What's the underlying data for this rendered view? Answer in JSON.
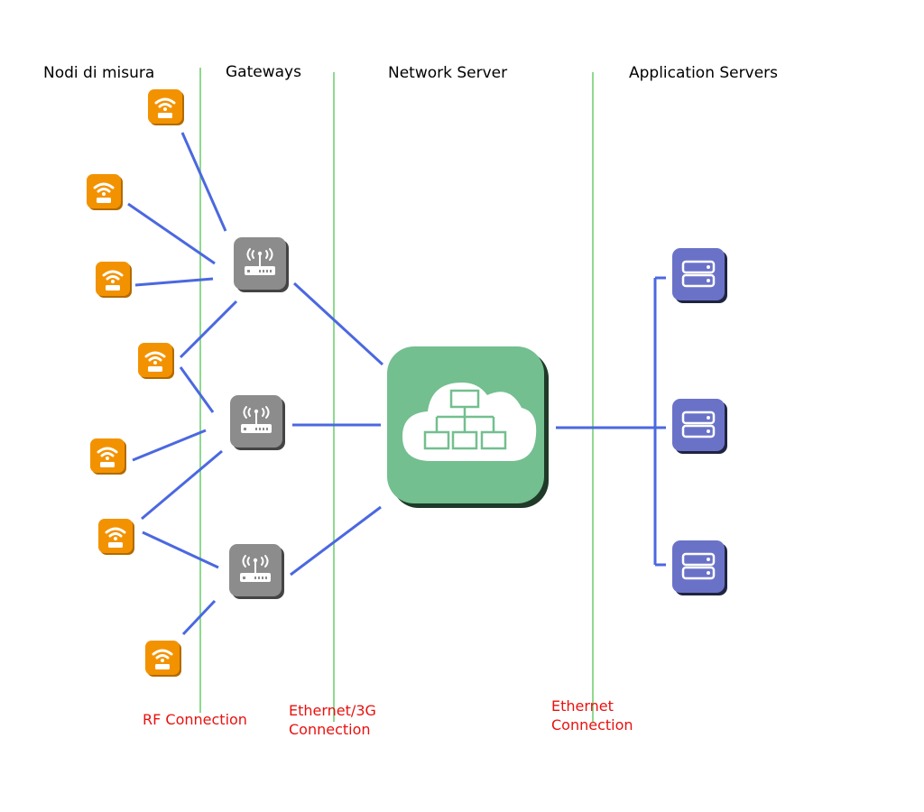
{
  "headers": {
    "nodes": "Nodi di misura",
    "gateways": "Gateways",
    "network_server": "Network Server",
    "app_servers": "Application Servers"
  },
  "connections": {
    "rf": "RF Connection",
    "eth3g_line1": "Ethernet/3G",
    "eth3g_line2": "Connection",
    "eth_line1": "Ethernet",
    "eth_line2": "Connection"
  },
  "colors": {
    "node": "#f39200",
    "gateway": "#8c8c8c",
    "network_server": "#73bf8f",
    "app_server": "#6a72c8",
    "link": "#4b68e0",
    "divider": "#8fd98f",
    "connection_text": "#e8110f"
  },
  "icons": {
    "node": "wifi-sensor-icon",
    "gateway": "router-antenna-icon",
    "network_server": "cloud-network-icon",
    "app_server": "server-rack-icon"
  }
}
